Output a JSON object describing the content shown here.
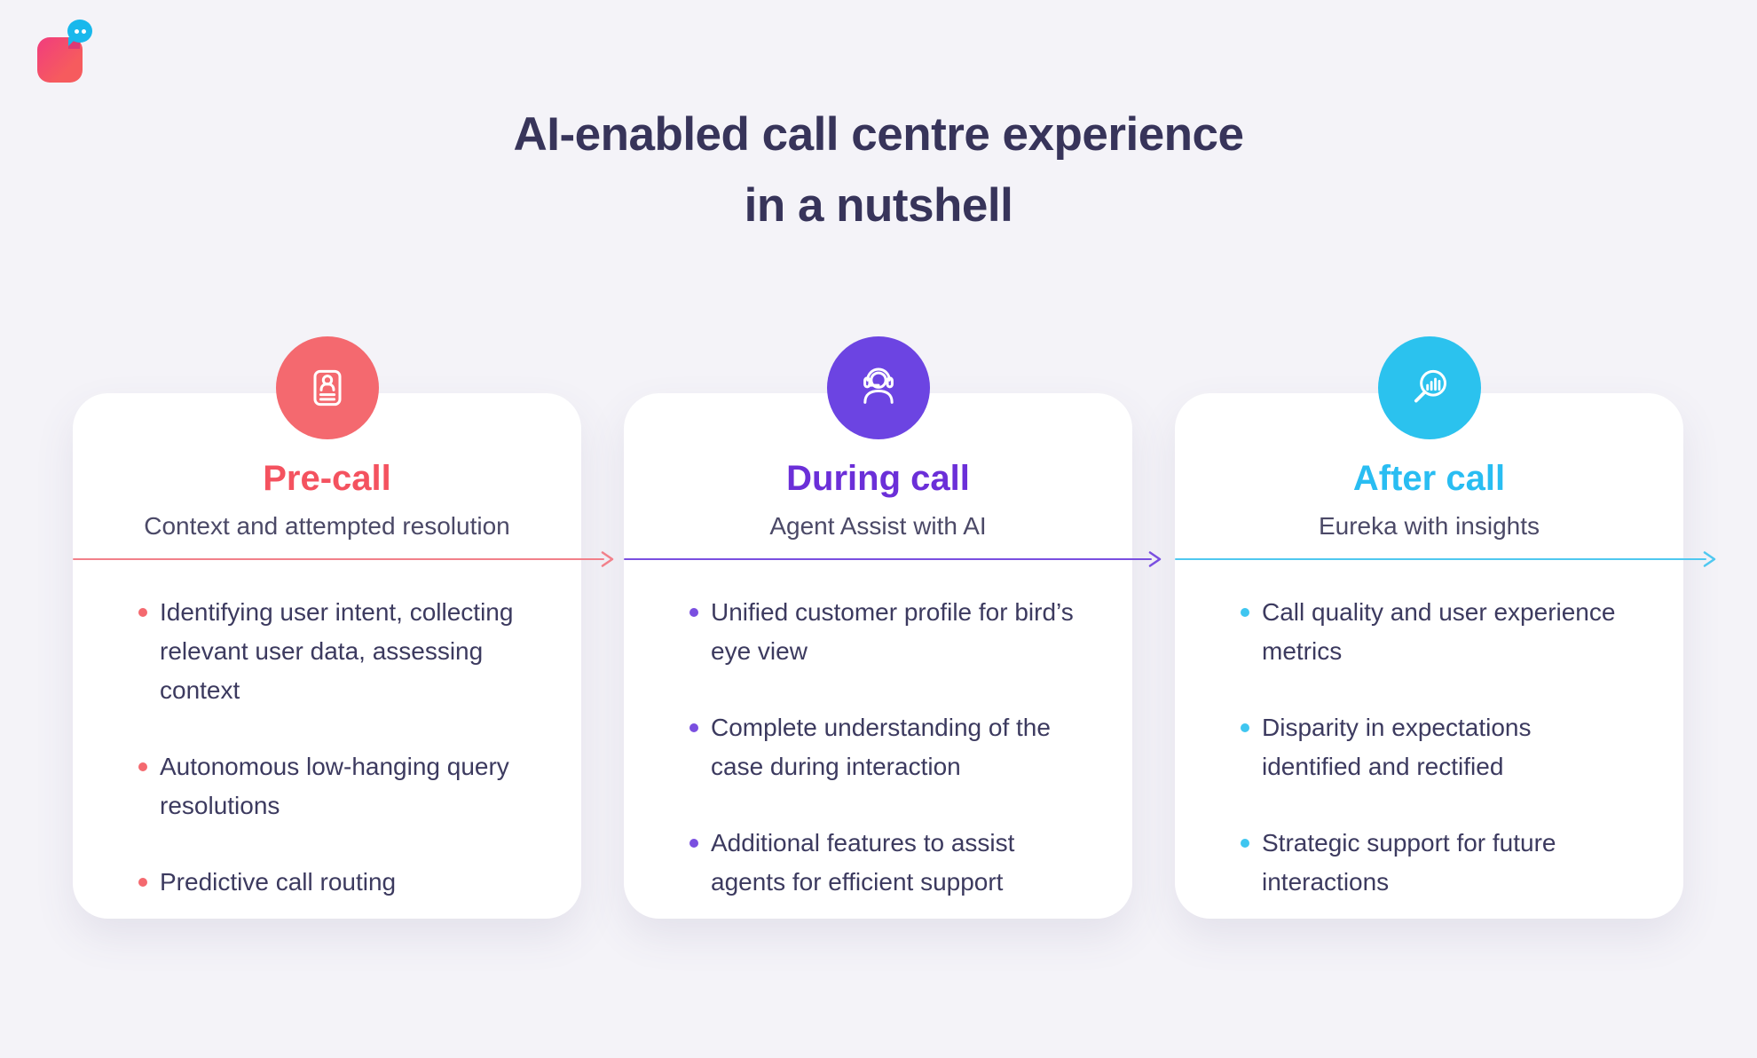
{
  "logo": {
    "name": "chat-app-logo",
    "colors": {
      "square_gradient_start": "#f13c7e",
      "square_gradient_end": "#f65b5e",
      "notch": "#dc3a74",
      "bubble": "#18b8ec"
    }
  },
  "header": {
    "title": "AI-enabled call centre experience\nin a nutshell",
    "title_color": "#37345a"
  },
  "cards": [
    {
      "id": "pre-call",
      "icon": "contact-card-icon",
      "title": "Pre-call",
      "subtitle": "Context and attempted resolution",
      "bullets": [
        "Identifying user intent, collecting\nrelevant user data, assessing\ncontext",
        "Autonomous low-hanging query\nresolutions",
        "Predictive call routing"
      ],
      "colors": {
        "title": "#f4525f",
        "icon_bg": "#f4696f",
        "bullet_dot": "#f4696f",
        "arrow": "#f2808a"
      }
    },
    {
      "id": "during-call",
      "icon": "agent-headset-icon",
      "title": "During call",
      "subtitle": "Agent Assist with AI",
      "bullets": [
        "Unified customer profile for bird’s\neye view",
        "Complete understanding of the\ncase during interaction",
        "Additional features to assist\nagents for efficient support"
      ],
      "colors": {
        "title": "#6b2fd8",
        "icon_bg": "#6c44e2",
        "bullet_dot": "#7a4fe0",
        "arrow": "#7a4fe0"
      }
    },
    {
      "id": "after-call",
      "icon": "magnifier-chart-icon",
      "title": "After call",
      "subtitle": "Eureka with insights",
      "bullets": [
        "Call quality and user experience\nmetrics",
        "Disparity in expectations\nidentified and rectified",
        "Strategic support for future\ninteractions"
      ],
      "colors": {
        "title": "#29bdf2",
        "icon_bg": "#2bc2ee",
        "bullet_dot": "#3fc6f0",
        "arrow": "#4fc8f0"
      }
    }
  ],
  "background_color": "#f4f3f8"
}
